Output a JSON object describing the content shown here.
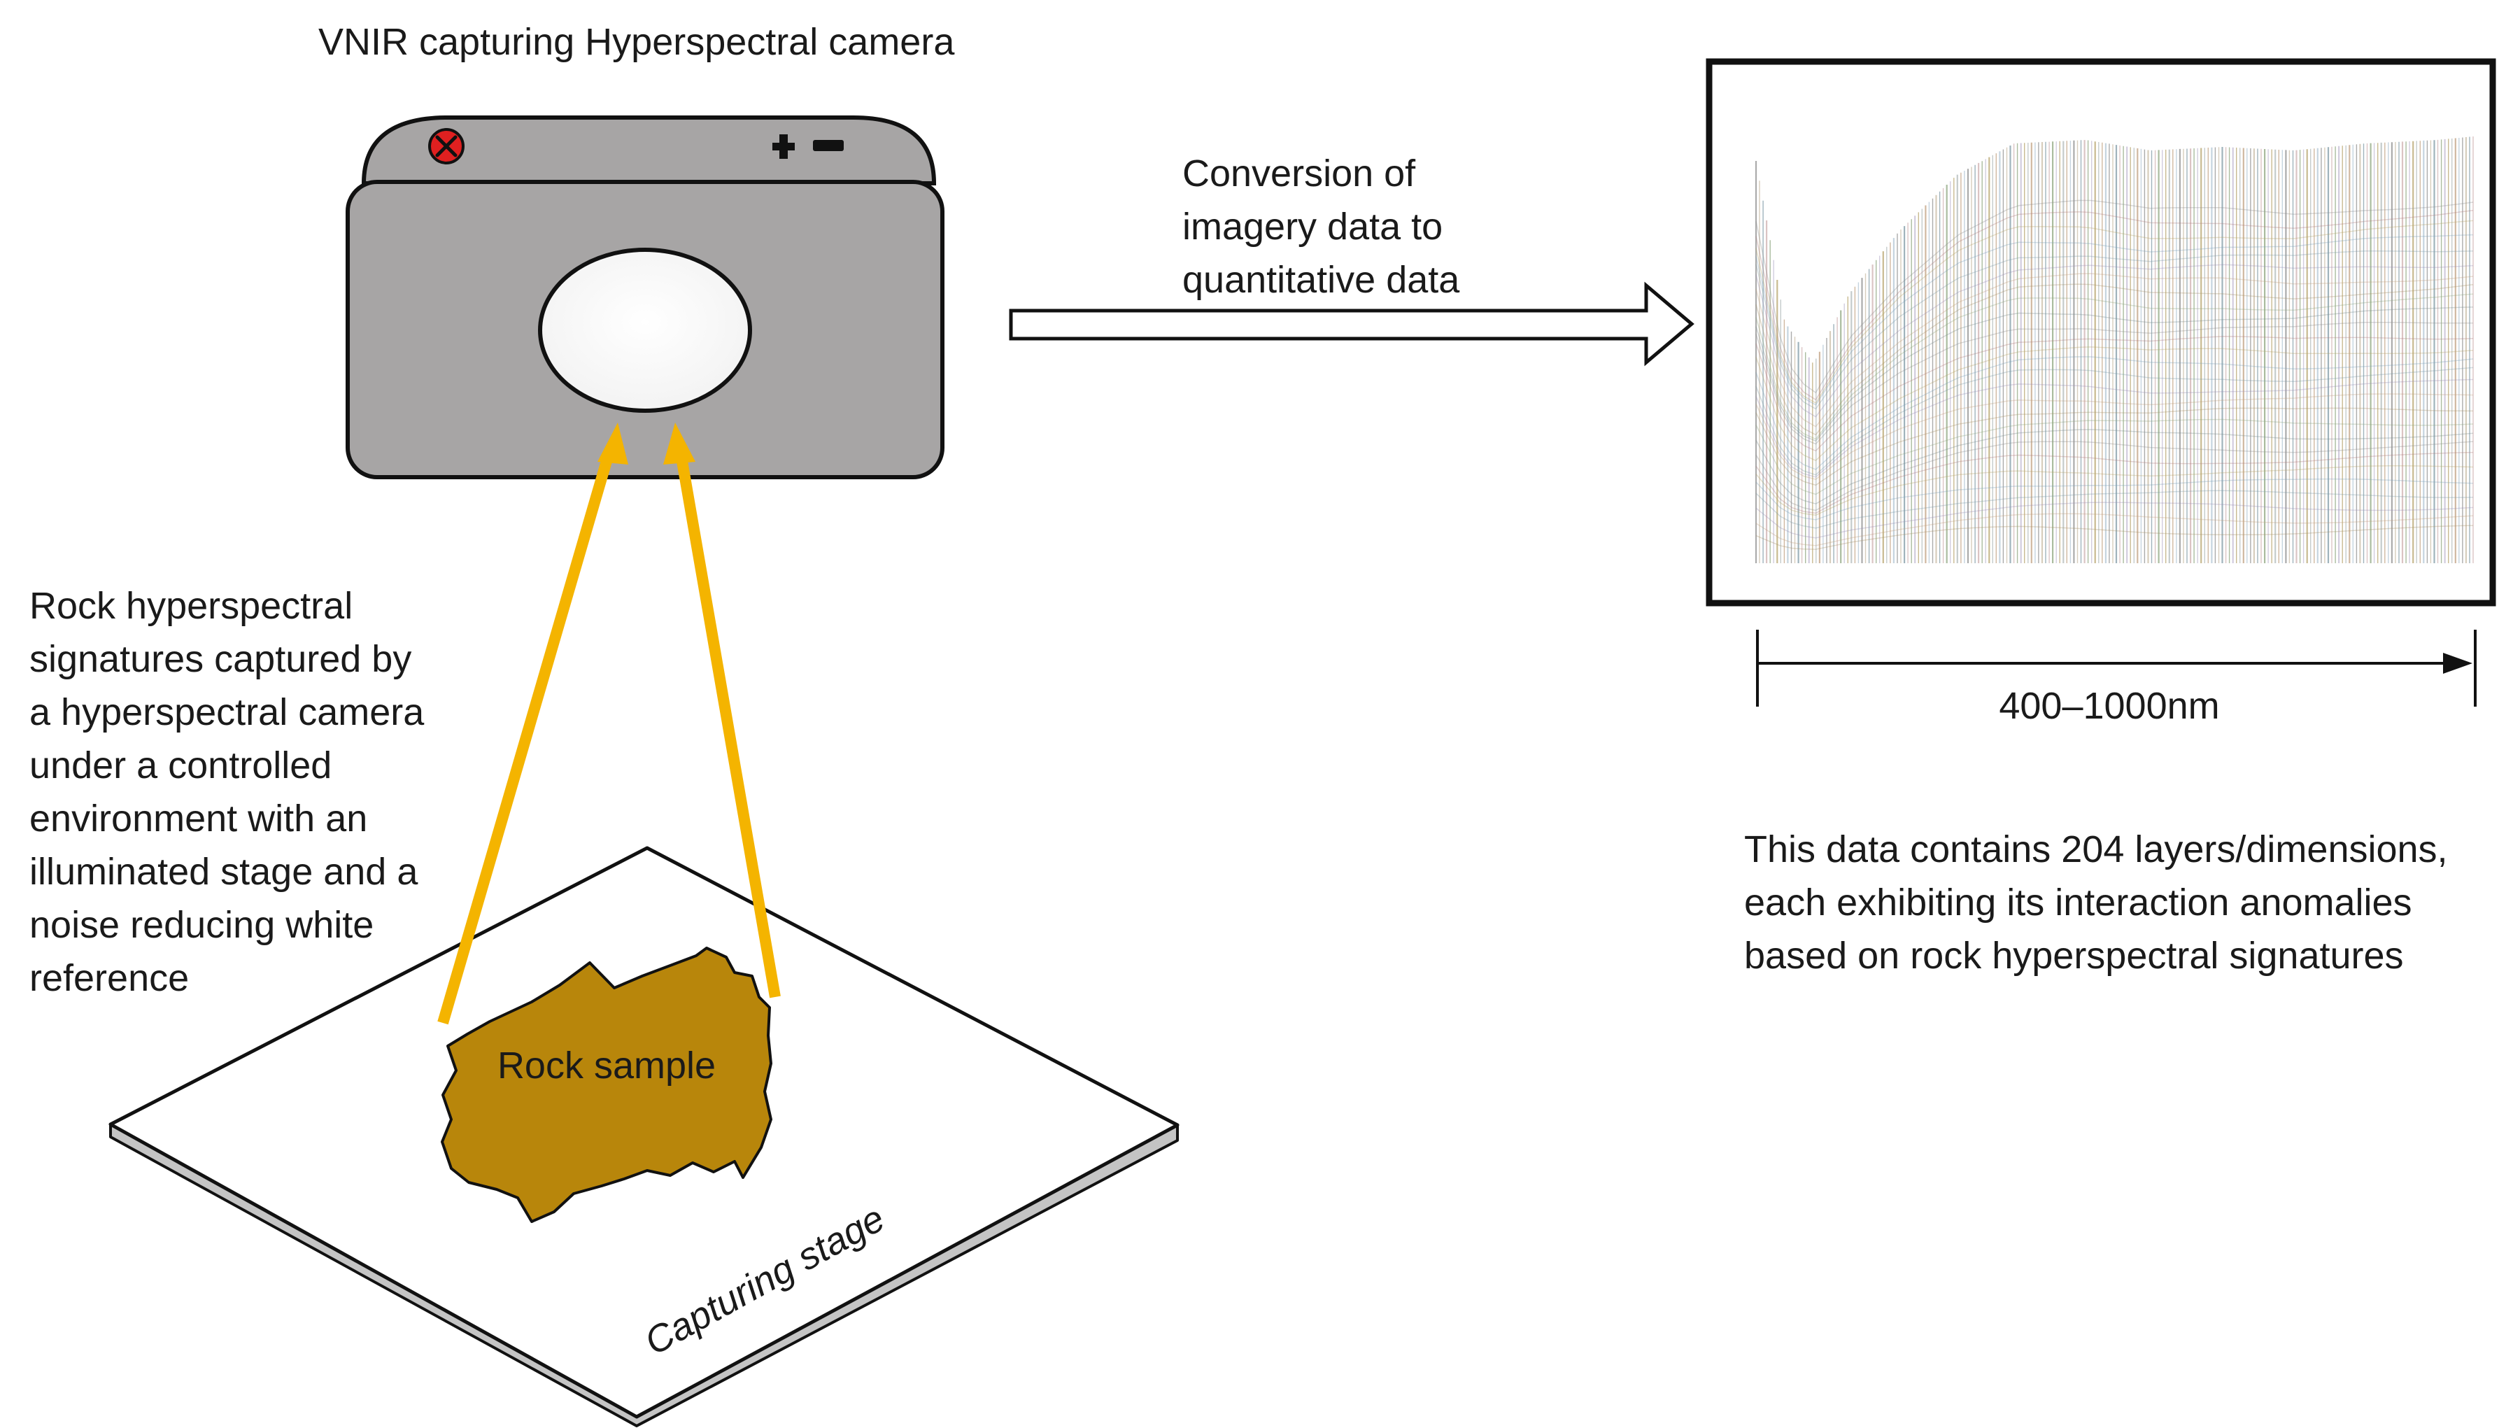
{
  "camera": {
    "title": "VNIR capturing Hyperspectral camera",
    "body_color": "#a7a5a5",
    "power_button_color": "#e02020"
  },
  "conversion": {
    "lines": [
      "Conversion of",
      "imagery data to",
      "quantitative data"
    ]
  },
  "description": {
    "lines": [
      "Rock hyperspectral",
      "signatures captured by",
      "a hyperspectral camera",
      "under a controlled",
      "environment with an",
      "illuminated stage and a",
      "noise reducing white",
      "reference"
    ]
  },
  "rock": {
    "label": "Rock sample",
    "color": "#b8860b"
  },
  "stage": {
    "label": "Capturing stage"
  },
  "beam_color": "#f4b400",
  "spectrum": {
    "range_label": "400–1000nm",
    "layers_count": 204
  },
  "data_note": {
    "lines": [
      "This data contains 204 layers/dimensions,",
      "each exhibiting its interaction anomalies",
      "based on rock hyperspectral signatures"
    ]
  }
}
